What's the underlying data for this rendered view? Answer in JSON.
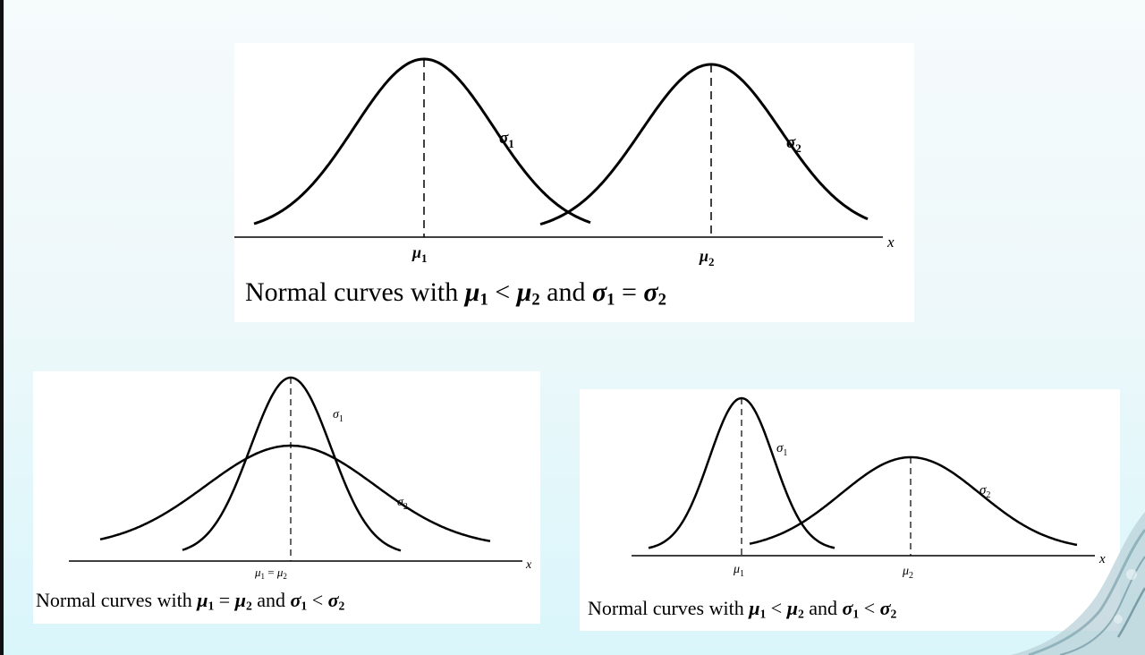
{
  "panels": [
    {
      "caption": {
        "prefix": "Normal curves with ",
        "mu1": "μ",
        "mu1_sub": "1",
        "op1": " < ",
        "mu2": "μ",
        "mu2_sub": "2",
        "mid": " and ",
        "s1": "σ",
        "s1_sub": "1",
        "op2": " = ",
        "s2": "σ",
        "s2_sub": "2"
      },
      "curve_labels": {
        "s1": "σ",
        "s1_sub": "1",
        "s2": "σ",
        "s2_sub": "2"
      },
      "axis_labels": {
        "mu1": "μ",
        "mu1_sub": "1",
        "mu2": "μ",
        "mu2_sub": "2",
        "x": "x"
      }
    },
    {
      "caption": {
        "prefix": "Normal curves with ",
        "mu1": "μ",
        "mu1_sub": "1",
        "op1": " = ",
        "mu2": "μ",
        "mu2_sub": "2",
        "mid": " and ",
        "s1": "σ",
        "s1_sub": "1",
        "op2": " < ",
        "s2": "σ",
        "s2_sub": "2"
      },
      "curve_labels": {
        "s1": "σ",
        "s1_sub": "1",
        "s2": "σ",
        "s2_sub": "2"
      },
      "axis_labels": {
        "mu_eq": "μ",
        "mu1_sub": "1",
        "eq": " = ",
        "mu2_sub": "2",
        "x": "x"
      }
    },
    {
      "caption": {
        "prefix": "Normal curves with ",
        "mu1": "μ",
        "mu1_sub": "1",
        "op1": " < ",
        "mu2": "μ",
        "mu2_sub": "2",
        "mid": " and ",
        "s1": "σ",
        "s1_sub": "1",
        "op2": " < ",
        "s2": "σ",
        "s2_sub": "2"
      },
      "curve_labels": {
        "s1": "σ",
        "s1_sub": "1",
        "s2": "σ",
        "s2_sub": "2"
      },
      "axis_labels": {
        "mu1": "μ",
        "mu1_sub": "1",
        "mu2": "μ",
        "mu2_sub": "2",
        "x": "x"
      }
    }
  ]
}
